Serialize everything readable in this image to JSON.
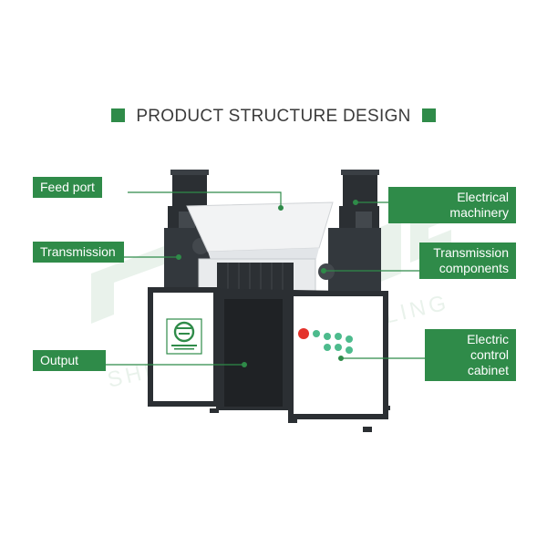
{
  "title": "PRODUCT STRUCTURE DESIGN",
  "accent_color": "#2f8b49",
  "labels": {
    "feed_port": "Feed port",
    "transmission": "Transmission",
    "output": "Output",
    "electrical_machinery": "Electrical machinery",
    "transmission_components_line1": "Transmission",
    "transmission_components_line2": "components",
    "electric_cabinet_line1": "Electric",
    "electric_cabinet_line2": "control cabinet"
  }
}
